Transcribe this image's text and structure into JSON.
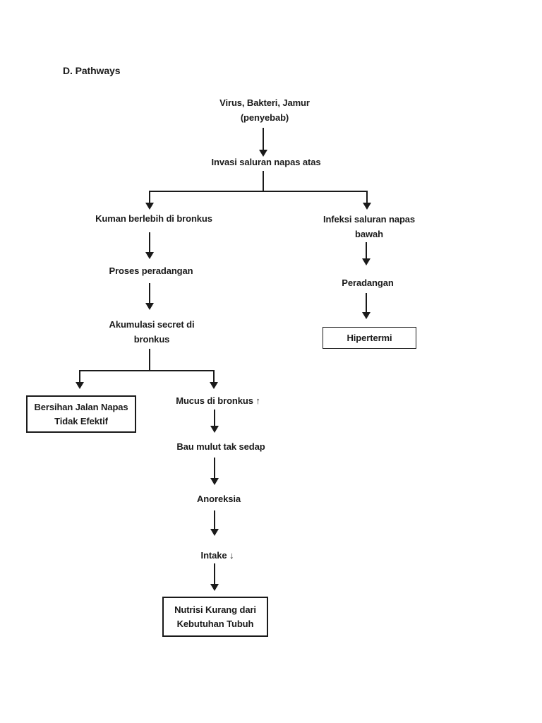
{
  "page": {
    "heading": "D. Pathways"
  },
  "flowchart": {
    "cause_line1": "Virus, Bakteri, Jamur",
    "cause_line2": "(penyebab)",
    "invasion": "Invasi saluran napas atas",
    "kuman": "Kuman berlebih di bronkus",
    "proses": "Proses peradangan",
    "akumulasi_line1": "Akumulasi secret di",
    "akumulasi_line2": "bronkus",
    "bersihan_line1": "Bersihan Jalan Napas",
    "bersihan_line2": "Tidak Efektif",
    "mucus": "Mucus di bronkus ↑",
    "bau": "Bau mulut tak sedap",
    "anoreksia": "Anoreksia",
    "intake": "Intake ↓",
    "nutrisi_line1": "Nutrisi Kurang dari",
    "nutrisi_line2": "Kebutuhan Tubuh",
    "infeksi_line1": "Infeksi saluran napas",
    "infeksi_line2": "bawah",
    "peradangan": "Peradangan",
    "hipertermi": "Hipertermi"
  },
  "colors": {
    "text": "#1a1a1a",
    "line": "#1a1a1a",
    "background": "#ffffff"
  }
}
